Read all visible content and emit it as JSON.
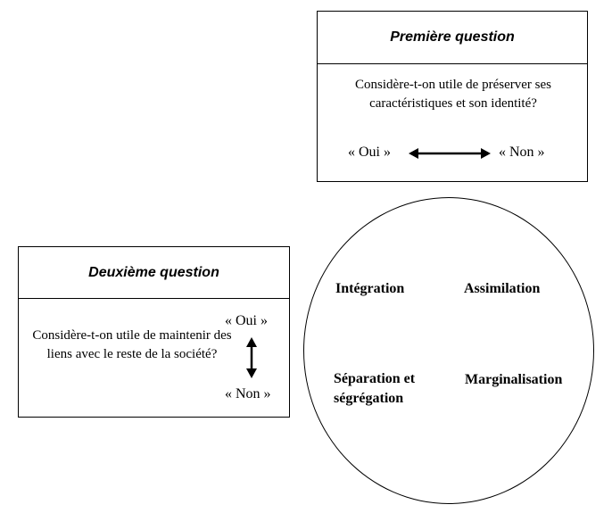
{
  "first_question": {
    "title": "Première question",
    "question": "Considère-t-on utile de préserver ses caractéristiques et son identité?",
    "yes": "« Oui »",
    "no": "« Non »"
  },
  "second_question": {
    "title": "Deuxième question",
    "question": "Considère-t-on utile de maintenir des liens avec le reste de la société?",
    "yes": "« Oui »",
    "no": "« Non »"
  },
  "outcomes": {
    "integration": "Intégration",
    "assimilation": "Assimilation",
    "separation_line1": "Séparation et",
    "separation_line2": "ségrégation",
    "marginalisation": "Marginalisation"
  }
}
